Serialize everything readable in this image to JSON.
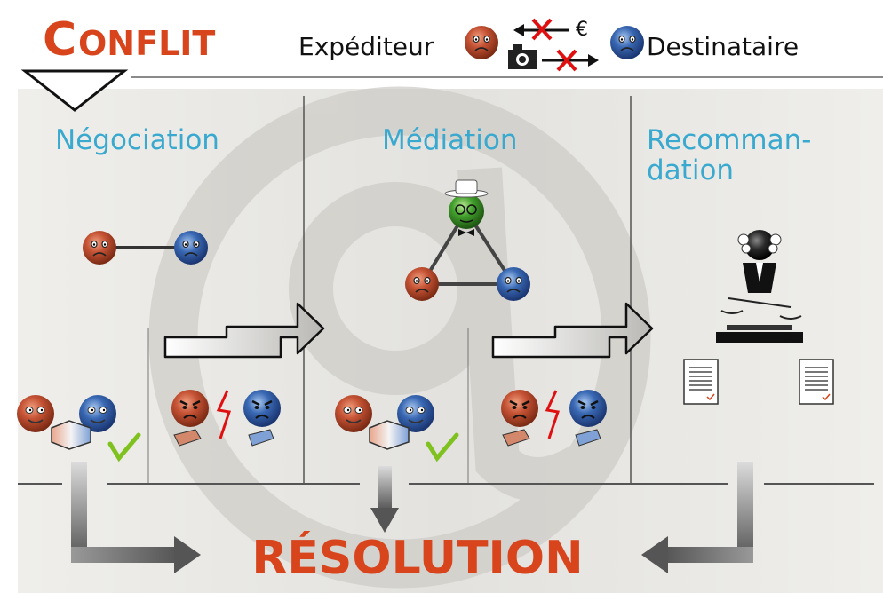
{
  "header": {
    "title_first_letter": "C",
    "title_rest": "ONFLIT",
    "sender_label": "Expéditeur",
    "currency_symbol": "€",
    "recipient_label": "Destinataire"
  },
  "columns": [
    {
      "label_line1": "Négociation",
      "label_line2": ""
    },
    {
      "label_line1": "Médiation",
      "label_line2": ""
    },
    {
      "label_line1": "Recomman-",
      "label_line2": "dation"
    }
  ],
  "footer": {
    "resolution_label": "RÉSOLUTION"
  },
  "colors": {
    "accent_orange": "#d8441c",
    "label_cyan": "#3aa9cf",
    "background_gray": "#e6e5e1",
    "sender_face": "#b9472b",
    "recipient_face": "#2d5fa6",
    "mediator_face": "#3f9a2a",
    "check_green": "#7fc21f"
  },
  "icons": [
    "sad-face-icon",
    "camera-icon",
    "euro-icon",
    "cross-icon",
    "check-icon",
    "judge-icon",
    "scales-icon",
    "document-icon",
    "lightning-icon",
    "mediator-icon",
    "arrow-right-icon",
    "arrow-down-icon",
    "at-sign-icon"
  ]
}
